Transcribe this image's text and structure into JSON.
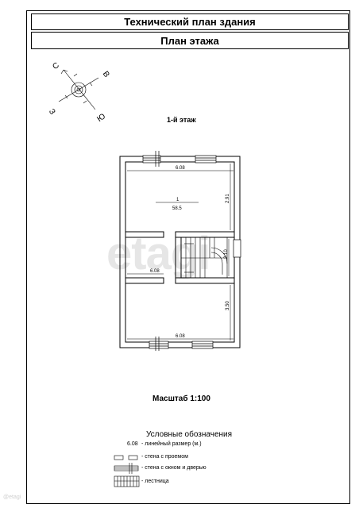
{
  "header": {
    "title": "Технический план здания",
    "subtitle": "План этажа"
  },
  "compass": {
    "north": "С",
    "east": "В",
    "south": "Ю",
    "west": "З"
  },
  "floor_label": "1-й этаж",
  "plan": {
    "room_number": "1",
    "room_area": "58.5",
    "dimensions": {
      "top_width": "6.08",
      "top_height": "2.91",
      "stair_height": "2.10",
      "mid_width": "6.08",
      "bottom_height": "3.50",
      "bottom_width": "6.08"
    }
  },
  "scale_label": "Масштаб 1:100",
  "legend": {
    "title": "Условные обозначения",
    "items": [
      {
        "symbol_text": "6.08",
        "label": "- линейный размер (м.)"
      },
      {
        "symbol_text": "",
        "label": "- стена с проемом"
      },
      {
        "symbol_text": "",
        "label": "- стена с окном и дверью"
      },
      {
        "symbol_text": "",
        "label": "- лестница"
      }
    ]
  },
  "watermark": "etagi",
  "bottom_watermark": "@etagi"
}
